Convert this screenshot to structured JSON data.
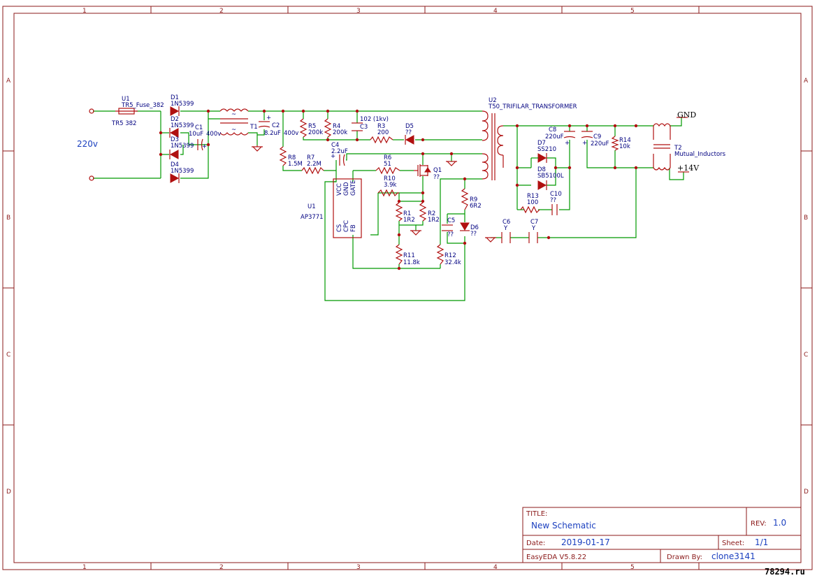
{
  "zones": {
    "cols": [
      "1",
      "2",
      "3",
      "4",
      "5"
    ],
    "rows": [
      "A",
      "B",
      "C",
      "D"
    ]
  },
  "labels": {
    "u1_fuse": "U1",
    "u1_fuse_part": "TR5_Fuse_382",
    "u1_fuse_val": "TR5 382",
    "v220": "220v",
    "d1": "D1",
    "d1v": "1N5399",
    "d2": "D2",
    "d2v": "1N5399",
    "d3": "D3",
    "d3v": "1N5399",
    "d4": "D4",
    "d4v": "1N5399",
    "c1": "C1",
    "c1v1": "10uF",
    "c1v2": "400v",
    "t1": "T1",
    "c2": "C2",
    "c2v1": "8.2uF",
    "c2v2": "400v",
    "r5": "R5",
    "r5v": "200k",
    "r4": "R4",
    "r4v": "200k",
    "c3": "C3",
    "c3v": "102 (1kv)",
    "r3": "R3",
    "r3v": "200",
    "d5": "D5",
    "d5v": "??",
    "u2": "U2",
    "u2v": "T50_TRIFILAR_TRANSFORMER",
    "r8": "R8",
    "r8v": "1.5M",
    "r7": "R7",
    "r7v": "2.2M",
    "c4": "C4",
    "c4v": "2.2uF",
    "r6": "R6",
    "r6v": "51",
    "q1": "Q1",
    "q1v": "??",
    "r10": "R10",
    "r10v": "3.9k",
    "r1": "R1",
    "r1v": "1R2",
    "r2": "R2",
    "r2v": "1R2",
    "c5": "C5",
    "c5v": "??",
    "r9": "R9",
    "r9v": "6R2",
    "d6": "D6",
    "d6v": "??",
    "r11": "R11",
    "r11v": "11.8k",
    "r12": "R12",
    "r12v": "32.4k",
    "u1": "U1",
    "u1v": "AP3771",
    "ic_vcc": "VCC",
    "ic_gnd": "GND",
    "ic_gate": "GATE",
    "ic_cs": "CS",
    "ic_cpc": "CPC",
    "ic_fb": "FB",
    "c8": "C8",
    "c8v": "220uF",
    "c9": "C9",
    "c9v": "220uF",
    "r14": "R14",
    "r14v": "10k",
    "d7": "D7",
    "d7v": "SS210",
    "d8": "D8",
    "d8v": "SB5100L",
    "r13": "R13",
    "r13v": "100",
    "c10": "C10",
    "c10v": "??",
    "c6": "C6",
    "c6v": "Y",
    "c7": "C7",
    "c7v": "Y",
    "t2": "T2",
    "t2v": "Mutual_Inductors",
    "gnd": "GND",
    "v14": "+14V"
  },
  "title_block": {
    "title_label": "TITLE:",
    "title": "New Schematic",
    "rev_label": "REV:",
    "rev": "1.0",
    "date_label": "Date:",
    "date": "2019-01-17",
    "sheet_label": "Sheet:",
    "sheet": "1/1",
    "tool": "EasyEDA V5.8.22",
    "drawn_label": "Drawn By:",
    "drawn": "clone3141"
  },
  "watermark": "78294.ru"
}
